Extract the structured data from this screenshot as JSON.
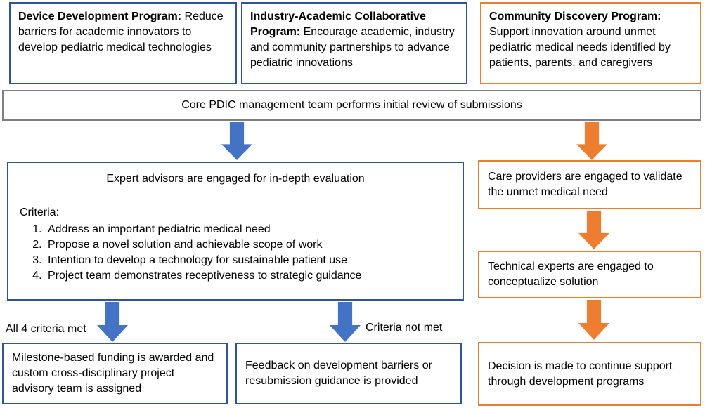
{
  "colors": {
    "blue_border": "#2F5597",
    "blue_arrow": "#4472C4",
    "orange": "#ED7D31",
    "gray_border": "#7F7F7F"
  },
  "top_programs": [
    {
      "title": "Device Development Program:",
      "description": "Reduce barriers for academic innovators to develop pediatric medical technologies",
      "theme": "blue"
    },
    {
      "title": "Industry-Academic Collaborative Program:",
      "description": "Encourage academic, industry and community partnerships to advance pediatric innovations",
      "theme": "blue"
    },
    {
      "title": "Community Discovery Program:",
      "description": "Support innovation around unmet pediatric medical needs identified by patients, parents, and caregivers",
      "theme": "orange"
    }
  ],
  "review_bar": {
    "text": "Core PDIC management team performs initial review of submissions"
  },
  "evaluation_box": {
    "title": "Expert advisors are engaged for in-depth evaluation",
    "criteria_label": "Criteria:",
    "criteria": [
      "Address an important pediatric medical need",
      "Propose a novel solution and achievable scope of work",
      "Intention to develop a technology for sustainable patient use",
      "Project team demonstrates receptiveness to strategic guidance"
    ]
  },
  "branch_labels": {
    "met": "All 4 criteria met",
    "not_met": "Criteria not met"
  },
  "outcome_boxes": {
    "funding": "Milestone-based funding is awarded and custom cross-disciplinary project advisory team is assigned",
    "feedback": "Feedback on development barriers or resubmission guidance is provided"
  },
  "community_path": {
    "care": "Care providers are engaged to validate the unmet medical need",
    "technical": "Technical experts are engaged to conceptualize solution",
    "decision": "Decision is made to continue support through development programs"
  }
}
